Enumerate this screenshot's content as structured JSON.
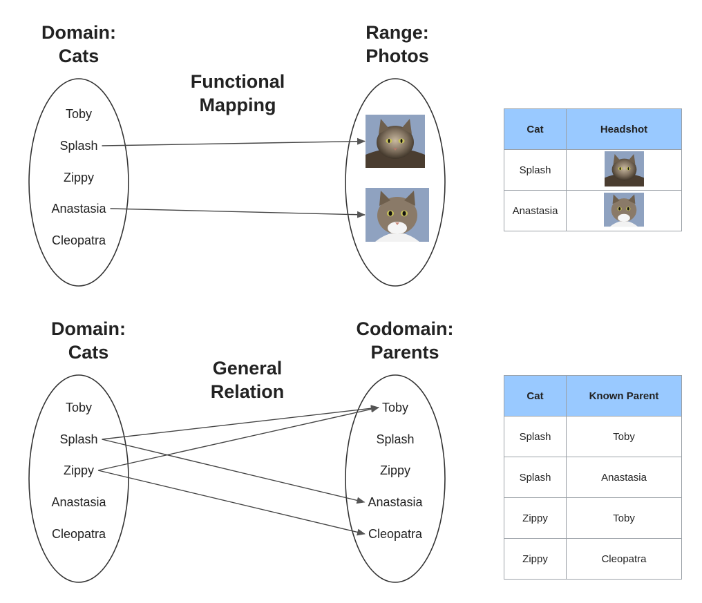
{
  "top": {
    "domain_heading": [
      "Domain:",
      "Cats"
    ],
    "range_heading": [
      "Range:",
      "Photos"
    ],
    "mapping_heading": [
      "Functional",
      "Mapping"
    ],
    "domain_items": [
      "Toby",
      "Splash",
      "Zippy",
      "Anastasia",
      "Cleopatra"
    ],
    "photos": [
      "cat-photo-splash",
      "cat-photo-anastasia"
    ],
    "arrows": [
      {
        "from": "Splash",
        "to": "cat-photo-splash"
      },
      {
        "from": "Anastasia",
        "to": "cat-photo-anastasia"
      }
    ],
    "table": {
      "headers": [
        "Cat",
        "Headshot"
      ],
      "rows": [
        {
          "cat": "Splash",
          "photo": "cat-photo-splash"
        },
        {
          "cat": "Anastasia",
          "photo": "cat-photo-anastasia"
        }
      ]
    }
  },
  "bottom": {
    "domain_heading": [
      "Domain:",
      "Cats"
    ],
    "codomain_heading": [
      "Codomain:",
      "Parents"
    ],
    "relation_heading": [
      "General",
      "Relation"
    ],
    "domain_items": [
      "Toby",
      "Splash",
      "Zippy",
      "Anastasia",
      "Cleopatra"
    ],
    "codomain_items": [
      "Toby",
      "Splash",
      "Zippy",
      "Anastasia",
      "Cleopatra"
    ],
    "arrows": [
      {
        "from": "Splash",
        "to": "Toby"
      },
      {
        "from": "Splash",
        "to": "Anastasia"
      },
      {
        "from": "Zippy",
        "to": "Toby"
      },
      {
        "from": "Zippy",
        "to": "Cleopatra"
      }
    ],
    "table": {
      "headers": [
        "Cat",
        "Known Parent"
      ],
      "rows": [
        [
          "Splash",
          "Toby"
        ],
        [
          "Splash",
          "Anastasia"
        ],
        [
          "Zippy",
          "Toby"
        ],
        [
          "Zippy",
          "Cleopatra"
        ]
      ]
    }
  },
  "colors": {
    "line": "#333333",
    "header_fill": "#99c9ff",
    "table_border": "#9aa0a6",
    "photo_bg": "#8fa2c0"
  }
}
